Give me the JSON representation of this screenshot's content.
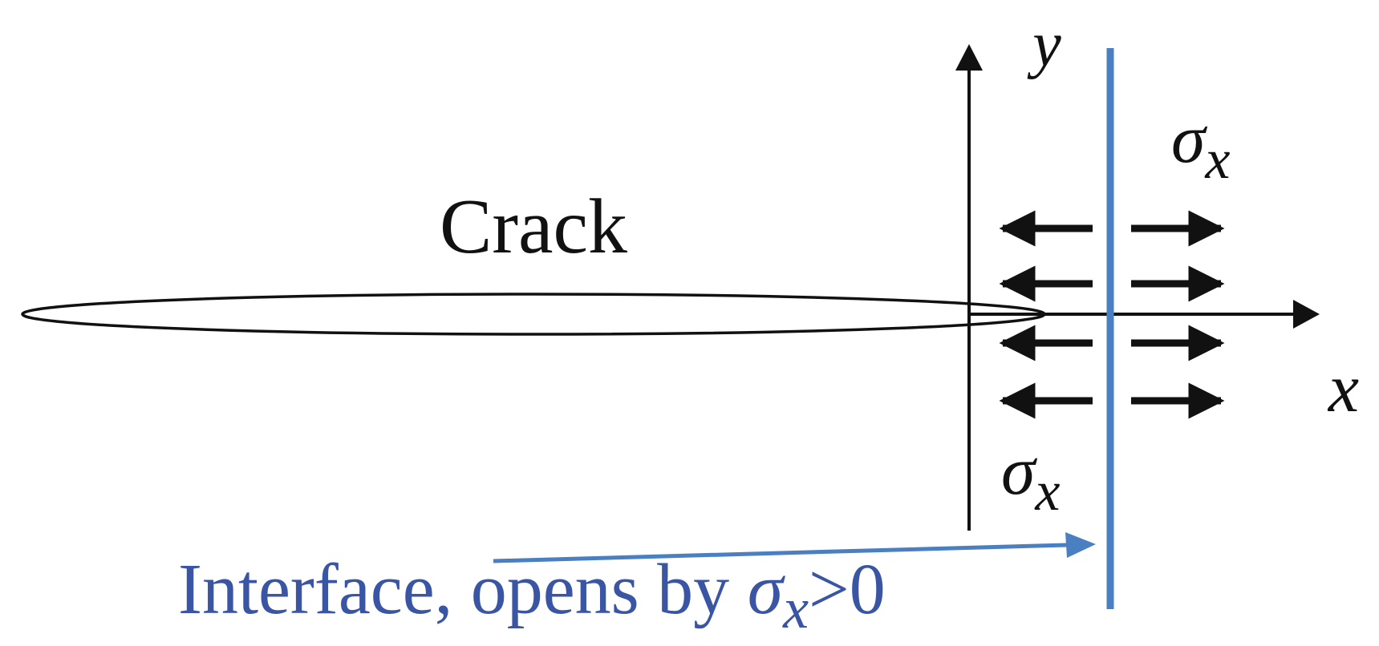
{
  "crack_label": "Crack",
  "axes": {
    "x_label": "x",
    "y_label": "y"
  },
  "stress": {
    "symbol": "σ",
    "subscript": "x"
  },
  "interface_label": {
    "text": "Interface, opens by ",
    "symbol": "σ",
    "subscript": "x",
    "condition": ">0"
  },
  "colors": {
    "ink": "#111111",
    "interface": "#4a7fc1",
    "label": "#3a55a4"
  }
}
